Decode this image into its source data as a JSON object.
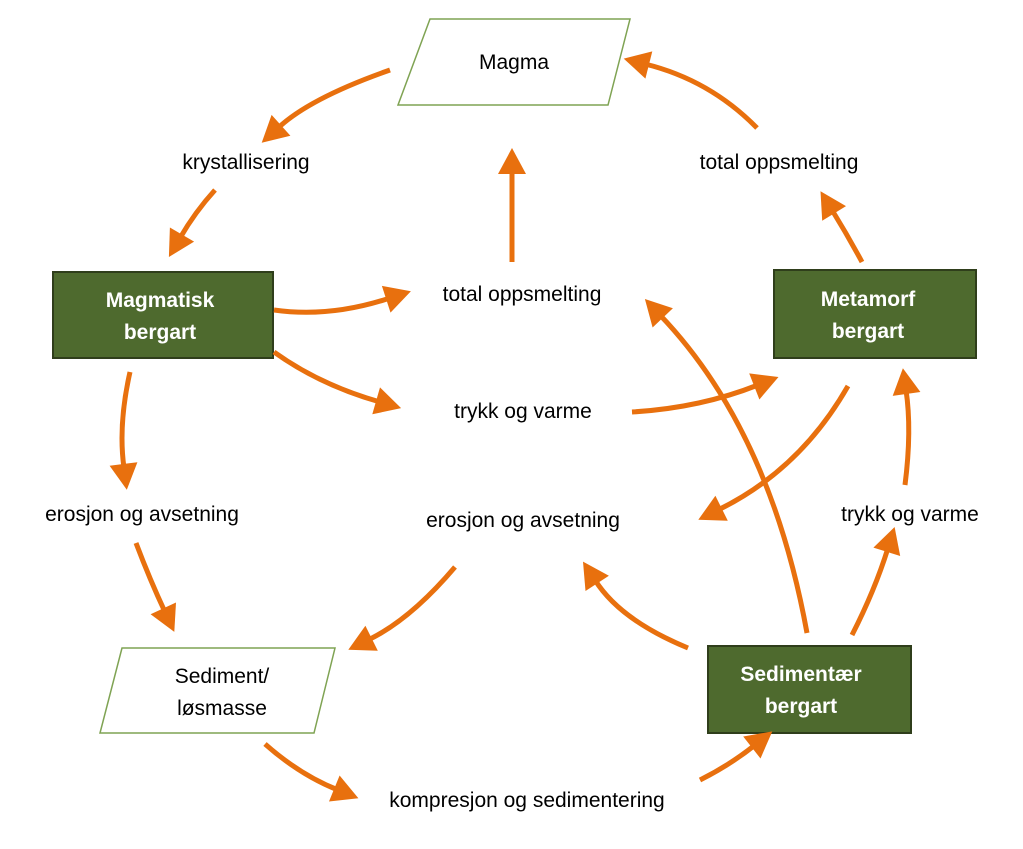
{
  "colors": {
    "arrow": "#E8700E",
    "box_fill": "#4E6A2E",
    "box_border": "#2F3E1B",
    "parallelogram_border": "#7FA353",
    "text": "#000000",
    "box_text": "#FFFFFF"
  },
  "nodes": {
    "magma": "Magma",
    "magmatisk": [
      "Magmatisk",
      "bergart"
    ],
    "metamorf": [
      "Metamorf",
      "bergart"
    ],
    "sedimentaer": [
      "Sedimentær",
      "bergart"
    ],
    "sediment": [
      "Sediment/",
      "løsmasse"
    ]
  },
  "processes": {
    "krystallisering": "krystallisering",
    "total_oppsmelting_right": "total oppsmelting",
    "total_oppsmelting_center": "total oppsmelting",
    "trykk_og_varme_center": "trykk og varme",
    "trykk_og_varme_right": "trykk og varme",
    "erosjon_left": "erosjon og avsetning",
    "erosjon_center": "erosjon og avsetning",
    "kompresjon": "kompresjon og sedimentering"
  }
}
